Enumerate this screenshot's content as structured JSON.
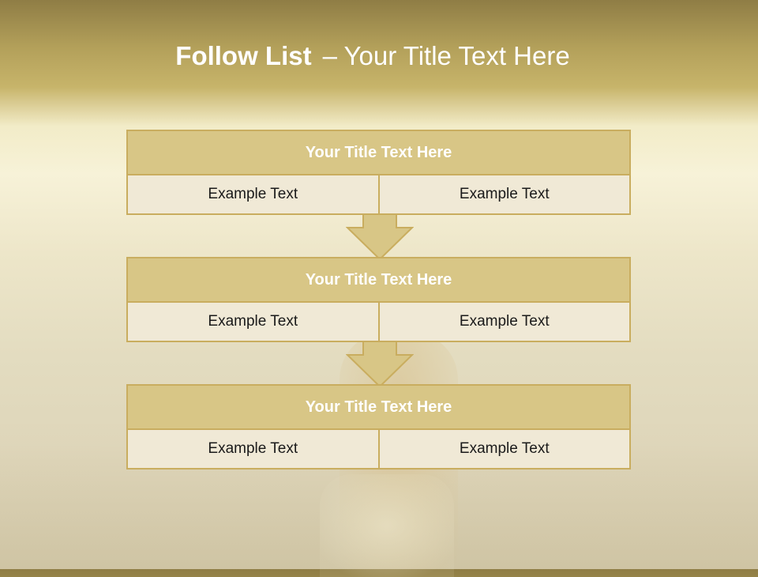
{
  "title": {
    "bold": "Follow List",
    "rest": "– Your Title Text Here"
  },
  "cards": [
    {
      "header": "Your Title Text Here",
      "cells": [
        "Example Text",
        "Example Text"
      ]
    },
    {
      "header": "Your Title Text Here",
      "cells": [
        "Example Text",
        "Example Text"
      ]
    },
    {
      "header": "Your Title Text Here",
      "cells": [
        "Example Text",
        "Example Text"
      ]
    }
  ],
  "colors": {
    "header_fill": "#d8c686",
    "border": "#c9ad5f",
    "cell_fill": "#f0e9d6",
    "arrow_fill": "#d8c686"
  },
  "icons": {
    "connector": "down-arrow-icon"
  }
}
